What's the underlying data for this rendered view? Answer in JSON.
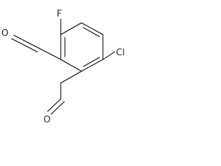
{
  "molecule": {
    "atoms": {
      "fluorine": "F",
      "chlorine": "Cl",
      "aldehyde_oxygen_top": "O",
      "aldehyde_oxygen_bottom": "O"
    },
    "line_color": "#2a2a2a",
    "background": "#ffffff"
  }
}
